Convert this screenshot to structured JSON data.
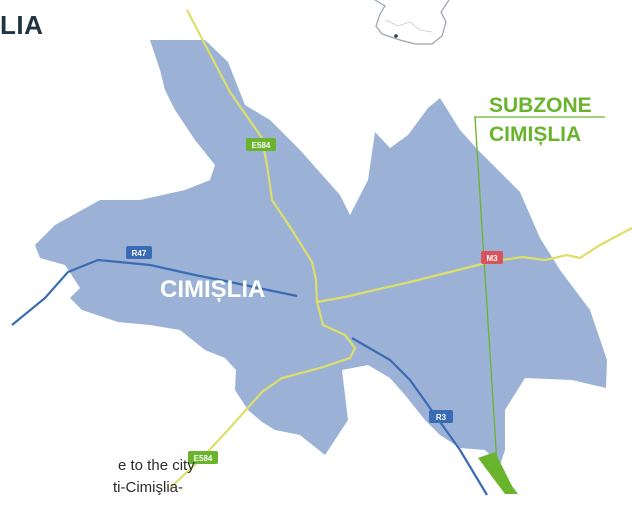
{
  "title": "LIA",
  "description": {
    "line1": "e to the city",
    "line2": "ti-Cimişlia-"
  },
  "town": {
    "name": "CIMIȘLIA",
    "fill_color": "#9bb2d6"
  },
  "subzone": {
    "line1": "SUBZONE",
    "line2": "CIMIȘLIA",
    "color": "#6ab42d"
  },
  "roads": {
    "e584_top": "E584",
    "e584_bottom": "E584",
    "r47": "R47",
    "m3": "M3",
    "r3": "R3"
  },
  "colors": {
    "european_road": "#dede6a",
    "regional_road": "#3a6bb5",
    "european_tag": "#6ab42d",
    "regional_tag": "#3a6bb5",
    "motorway_tag": "#d9535a"
  }
}
